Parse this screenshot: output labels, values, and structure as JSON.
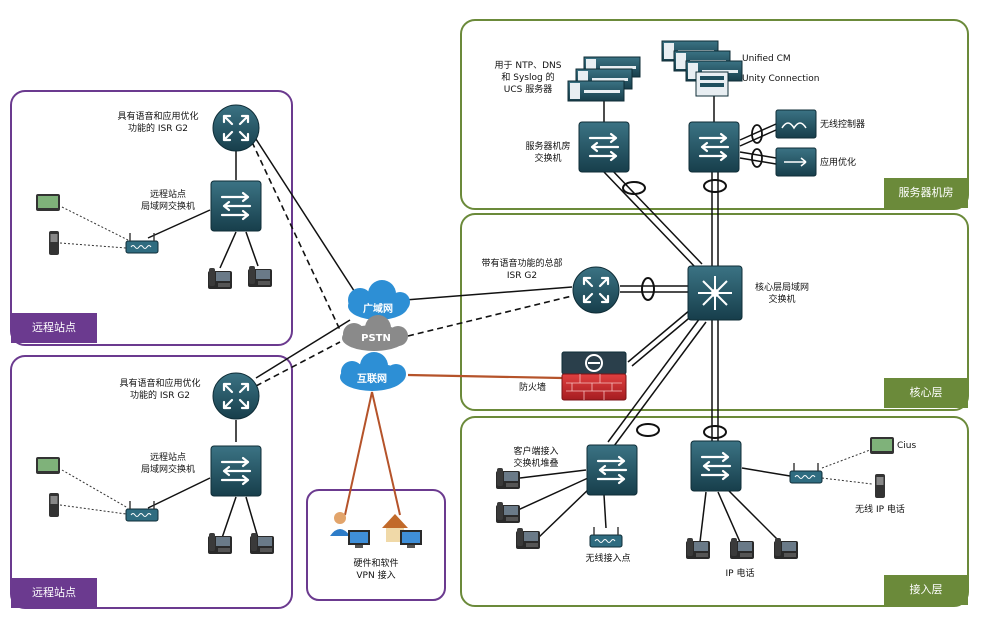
{
  "zones": {
    "remote1": {
      "label": "远程站点"
    },
    "remote2": {
      "label": "远程站点"
    },
    "datacenter": {
      "label": "服务器机房"
    },
    "core": {
      "label": "核心层"
    },
    "access": {
      "label": "接入层"
    }
  },
  "clouds": {
    "wan": "广域网",
    "pstn": "PSTN",
    "internet": "互联网"
  },
  "labels": {
    "r1_router": [
      "具有语音和应用优化",
      "功能的 ISR G2"
    ],
    "r1_switch": [
      "远程站点",
      "局域网交换机"
    ],
    "r2_router": [
      "具有语音和应用优化",
      "功能的 ISR G2"
    ],
    "r2_switch": [
      "远程站点",
      "局域网交换机"
    ],
    "vpn": [
      "硬件和软件",
      "VPN 接入"
    ],
    "ucs": [
      "用于 NTP、DNS",
      "和 Syslog 的",
      "UCS 服务器"
    ],
    "ucm": "Unified CM",
    "unity": "Unity Connection",
    "dc_switch": [
      "服务器机房",
      "交换机"
    ],
    "wlc": "无线控制器",
    "waas": "应用优化",
    "hq_router": [
      "带有语音功能的总部",
      "ISR G2"
    ],
    "core_switch": [
      "核心层局域网",
      "交换机"
    ],
    "firewall": "防火墙",
    "access_stack": [
      "客户端接入",
      "交换机堆叠"
    ],
    "wap": "无线接入点",
    "ipphone": "IP 电话",
    "cius": "Cius",
    "wireless_phone": "无线 IP 电话"
  },
  "colors": {
    "purple": "#6b3a8f",
    "green": "#6b8a3a",
    "device_teal": "#1f4f5e",
    "cloud_blue": "#2d8fd5",
    "cloud_gray": "#8a8a8a",
    "firewall_red": "#c8262b",
    "internet_link": "#b5532a"
  }
}
